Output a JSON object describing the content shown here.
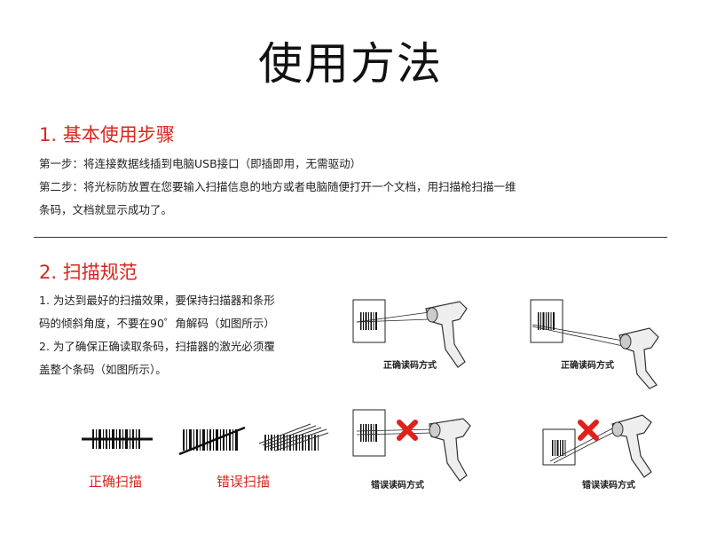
{
  "title": "使用方法",
  "section1": {
    "heading": "1. 基本使用步骤",
    "step1": "第一步：将连接数据线插到电脑USB接口（即插即用，无需驱动）",
    "step2_line1": "第二步：将光标防放置在您要输入扫描信息的地方或者电脑随便打开一个文档，用扫描枪扫描一维",
    "step2_line2": "条码，文档就显示成功了。"
  },
  "section2": {
    "heading": "2. 扫描规范",
    "rule1_line1": "1. 为达到最好的扫描效果，要保持扫描器和条形",
    "rule1_line2": "码的倾斜角度，不要在90゜角解码（如图所示）",
    "rule2_line1": "2. 为了确保正确读取条码，扫描器的激光必须覆",
    "rule2_line2": "盖整个条码（如图所示）。",
    "label_correct": "正确扫描",
    "label_wrong": "错误扫描",
    "caption_correct_1": "正确读码方式",
    "caption_correct_2": "正确读码方式",
    "caption_wrong_1": "错误读码方式",
    "caption_wrong_2": "错误读码方式"
  },
  "colors": {
    "accent": "#d9251c",
    "text": "#222222",
    "cross": "#e0201b"
  }
}
